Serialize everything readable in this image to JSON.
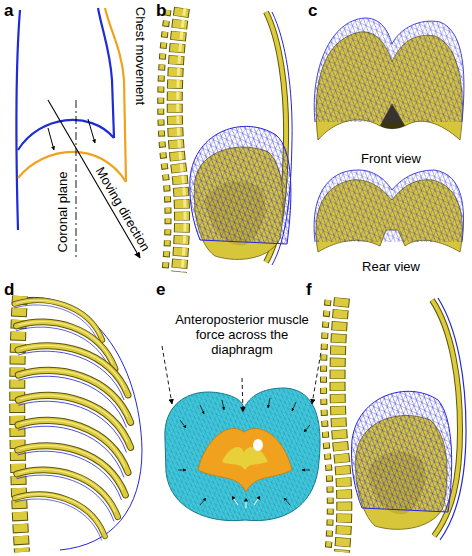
{
  "diagram": {
    "labels": [
      "a",
      "Chest movement",
      "Coronal plane",
      "Moving direction",
      "b",
      "c",
      "Front view",
      "Rear view",
      "d",
      "e",
      "Anteroposterior muscle force across the diaphragm",
      "f"
    ]
  }
}
